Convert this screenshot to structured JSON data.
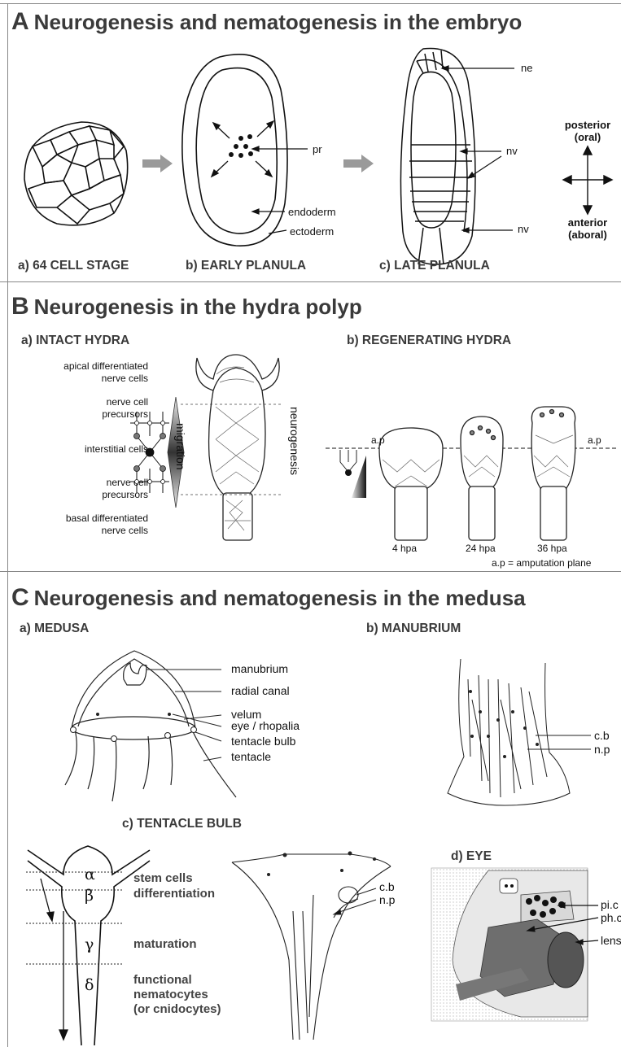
{
  "panelA": {
    "letter": "A",
    "title": "Neurogenesis and nematogenesis in the embryo",
    "labels": {
      "ne": "ne",
      "pr": "pr",
      "nv1": "nv",
      "nv2": "nv",
      "endoderm": "endoderm",
      "ectoderm": "ectoderm"
    },
    "axis": {
      "top": "posterior",
      "top2": "(oral)",
      "bottom": "anterior",
      "bottom2": "(aboral)"
    },
    "stages": [
      "a) 64 CELL STAGE",
      "b)  EARLY PLANULA",
      "c) LATE PLANULA"
    ]
  },
  "panelB": {
    "letter": "B",
    "title": "Neurogenesis  in the hydra polyp",
    "sub_a": "a) INTACT HYDRA",
    "sub_b": "b) REGENERATING HYDRA",
    "left_labels": {
      "apical1": "apical differentiated",
      "apical2": "nerve cells",
      "prec1a": "nerve cell",
      "prec1b": "precursors",
      "interstitial": "interstitial cells",
      "prec2a": "nerve cell",
      "prec2b": "precursors",
      "basal1": "basal differentiated",
      "basal2": "nerve cells"
    },
    "migration": "migration",
    "neurogenesis": "neurogenesis",
    "ap_left": "a.p",
    "ap_right": "a.p",
    "times": [
      "4 hpa",
      "24 hpa",
      "36 hpa"
    ],
    "footnote": "a.p = amputation plane"
  },
  "panelC": {
    "letter": "C",
    "title": "Neurogenesis and nematogenesis in the medusa",
    "sub_a": "a) MEDUSA",
    "sub_b": "b) MANUBRIUM",
    "sub_c": "c) TENTACLE BULB",
    "sub_d": "d) EYE",
    "medusa_labels": [
      "manubrium",
      "radial canal",
      "velum",
      "eye / rhopalia",
      "tentacle bulb",
      "tentacle"
    ],
    "manubrium_labels": {
      "cb": "c.b",
      "np": "n.p"
    },
    "bulb_labels": {
      "cb": "c.b",
      "np": "n.p"
    },
    "greek": {
      "alpha": "α",
      "beta": "β",
      "gamma": "γ",
      "delta": "δ"
    },
    "zones": {
      "stem": "stem cells",
      "diff": "differentiation",
      "mat": "maturation",
      "func1": "functional",
      "func2": "nematocytes",
      "func3": "(or cnidocytes)"
    },
    "eye_labels": {
      "pic": "pi.c",
      "phc": "ph.c",
      "lens": "lens"
    }
  }
}
